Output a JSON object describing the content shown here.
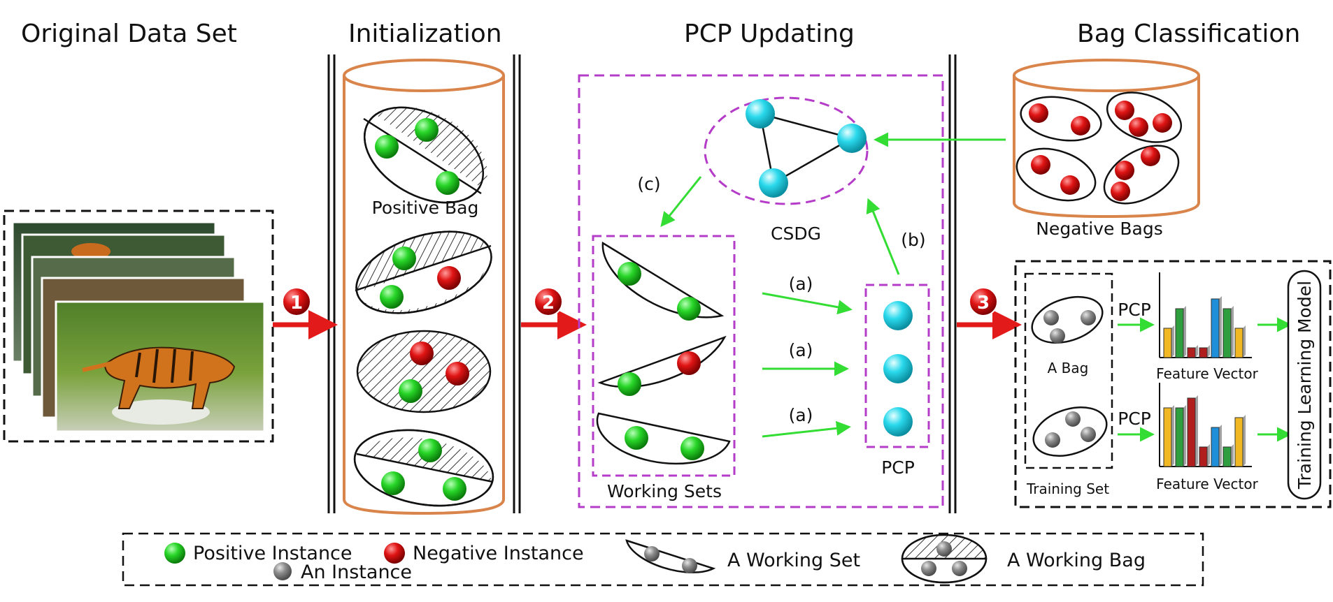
{
  "headers": {
    "original": "Original Data Set",
    "initialization": "Initialization",
    "pcp_updating": "PCP Updating",
    "bag_classification": "Bag Classification"
  },
  "steps": [
    "1",
    "2",
    "3"
  ],
  "labels": {
    "positive_bag": "Positive Bag",
    "csdg": "CSDG",
    "working_sets": "Working Sets",
    "pcp": "PCP",
    "negative_bags": "Negative Bags",
    "c": "(c)",
    "b": "(b)",
    "a": "(a)",
    "a_bag": "A Bag",
    "training_set": "Training Set",
    "pcp_arrow": "PCP",
    "feature_vector": "Feature Vector",
    "training_model": "Training Learning Model"
  },
  "legend": {
    "positive": "Positive Instance",
    "negative": "Negative Instance",
    "instance": "An Instance",
    "working_set": "A Working Set",
    "working_bag": "A Working Bag"
  },
  "colors": {
    "positive": "#1fbf1f",
    "negative": "#cc0000",
    "prototype": "#1fd6e6",
    "instance": "#888888",
    "purple_dash": "#b43cc8",
    "red_arrow": "#e31a1a",
    "green_arrow": "#33dd33",
    "cylinder": "#d9844a"
  },
  "chart_data": [
    {
      "type": "bar",
      "values": [
        3,
        5,
        1,
        1,
        6,
        5,
        3
      ]
    },
    {
      "type": "bar",
      "values": [
        6,
        6,
        7,
        2,
        4,
        2,
        5
      ]
    }
  ]
}
